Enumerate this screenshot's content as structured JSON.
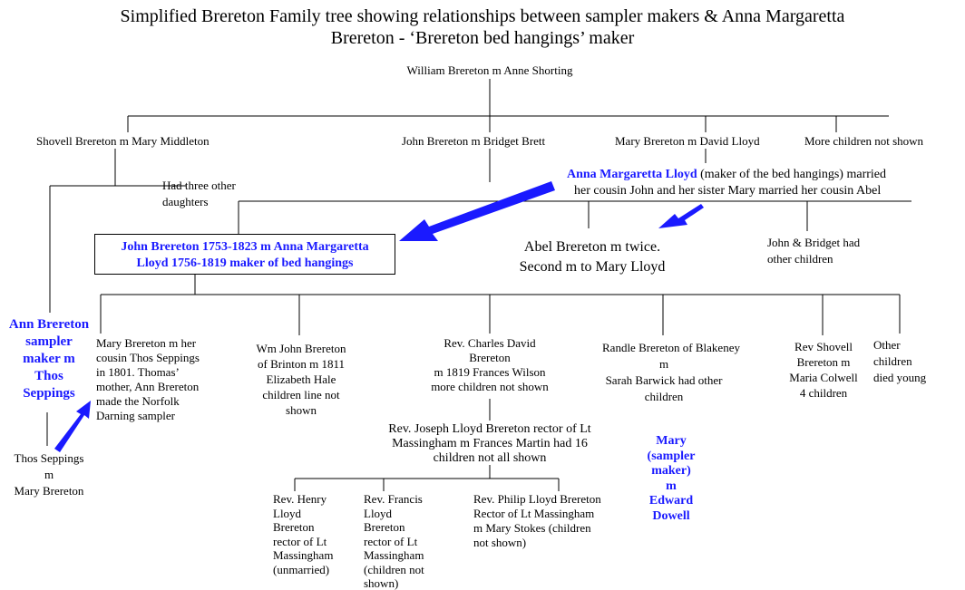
{
  "title": {
    "line1": "Simplified Brereton Family tree showing relationships between sampler makers & Anna Margaretta",
    "line2": "Brereton - ‘Brereton bed hangings’ maker"
  },
  "nodes": {
    "root": "William Brereton m Anne Shorting",
    "shovell": "Shovell Brereton m Mary Middleton",
    "john_bridget": "John Brereton m Bridget Brett",
    "mary_david": "Mary Brereton m David Lloyd",
    "more_children": "More children not shown",
    "three_daughters": [
      "Had three other",
      "daughters"
    ],
    "anna_name": "Anna Margaretta Lloyd",
    "anna_rest": " (maker of the bed hangings) married",
    "anna_line2": "her cousin John and her sister Mary married her cousin Abel",
    "john_anna_box": [
      "John Brereton 1753-1823 m Anna Margaretta",
      "Lloyd 1756-1819 maker of bed hangings"
    ],
    "abel": [
      "Abel Brereton m twice.",
      "Second m to Mary Lloyd"
    ],
    "john_bridget_children": [
      "John & Bridget had",
      "other children"
    ],
    "ann_sampler": [
      "Ann Brereton",
      "sampler",
      "maker m",
      "Thos",
      "Seppings"
    ],
    "thos_seppings": [
      "Thos Seppings",
      "m",
      "Mary Brereton"
    ],
    "mary_thos": [
      "Mary Brereton m her",
      "cousin Thos Seppings",
      "in 1801. Thomas’",
      "mother, Ann Brereton",
      "made the Norfolk",
      "Darning sampler"
    ],
    "wm_john": [
      "Wm John Brereton",
      "of Brinton m 1811",
      "Elizabeth Hale",
      "children line not",
      "shown"
    ],
    "charles": [
      "Rev. Charles David",
      "Brereton",
      "m 1819 Frances Wilson",
      "more children not shown"
    ],
    "randle": [
      "Randle Brereton of Blakeney",
      "m",
      "Sarah Barwick had other",
      "children"
    ],
    "shovell2": [
      "Rev Shovell",
      "Brereton m",
      "Maria Colwell",
      "4 children"
    ],
    "other_children": [
      "Other",
      "children",
      "died young"
    ],
    "joseph": [
      "Rev. Joseph Lloyd Brereton rector of Lt",
      "Massingham m Frances Martin had 16",
      "children not all shown"
    ],
    "mary_sampler": [
      "Mary",
      "(sampler",
      "maker)",
      "m",
      "Edward",
      "Dowell"
    ],
    "henry": [
      "Rev. Henry",
      "Lloyd",
      "Brereton",
      "rector of Lt",
      "Massingham",
      "(unmarried)"
    ],
    "francis": [
      "Rev. Francis",
      "Lloyd",
      "Brereton",
      "rector of Lt",
      "Massingham",
      "(children not",
      "shown)"
    ],
    "philip": [
      "Rev. Philip Lloyd Brereton",
      "Rector of Lt Massingham",
      "m Mary Stokes (children",
      "not shown)"
    ]
  },
  "colors": {
    "highlight": "#1a1aff",
    "line": "#000000",
    "arrow": "#1a1aff"
  }
}
